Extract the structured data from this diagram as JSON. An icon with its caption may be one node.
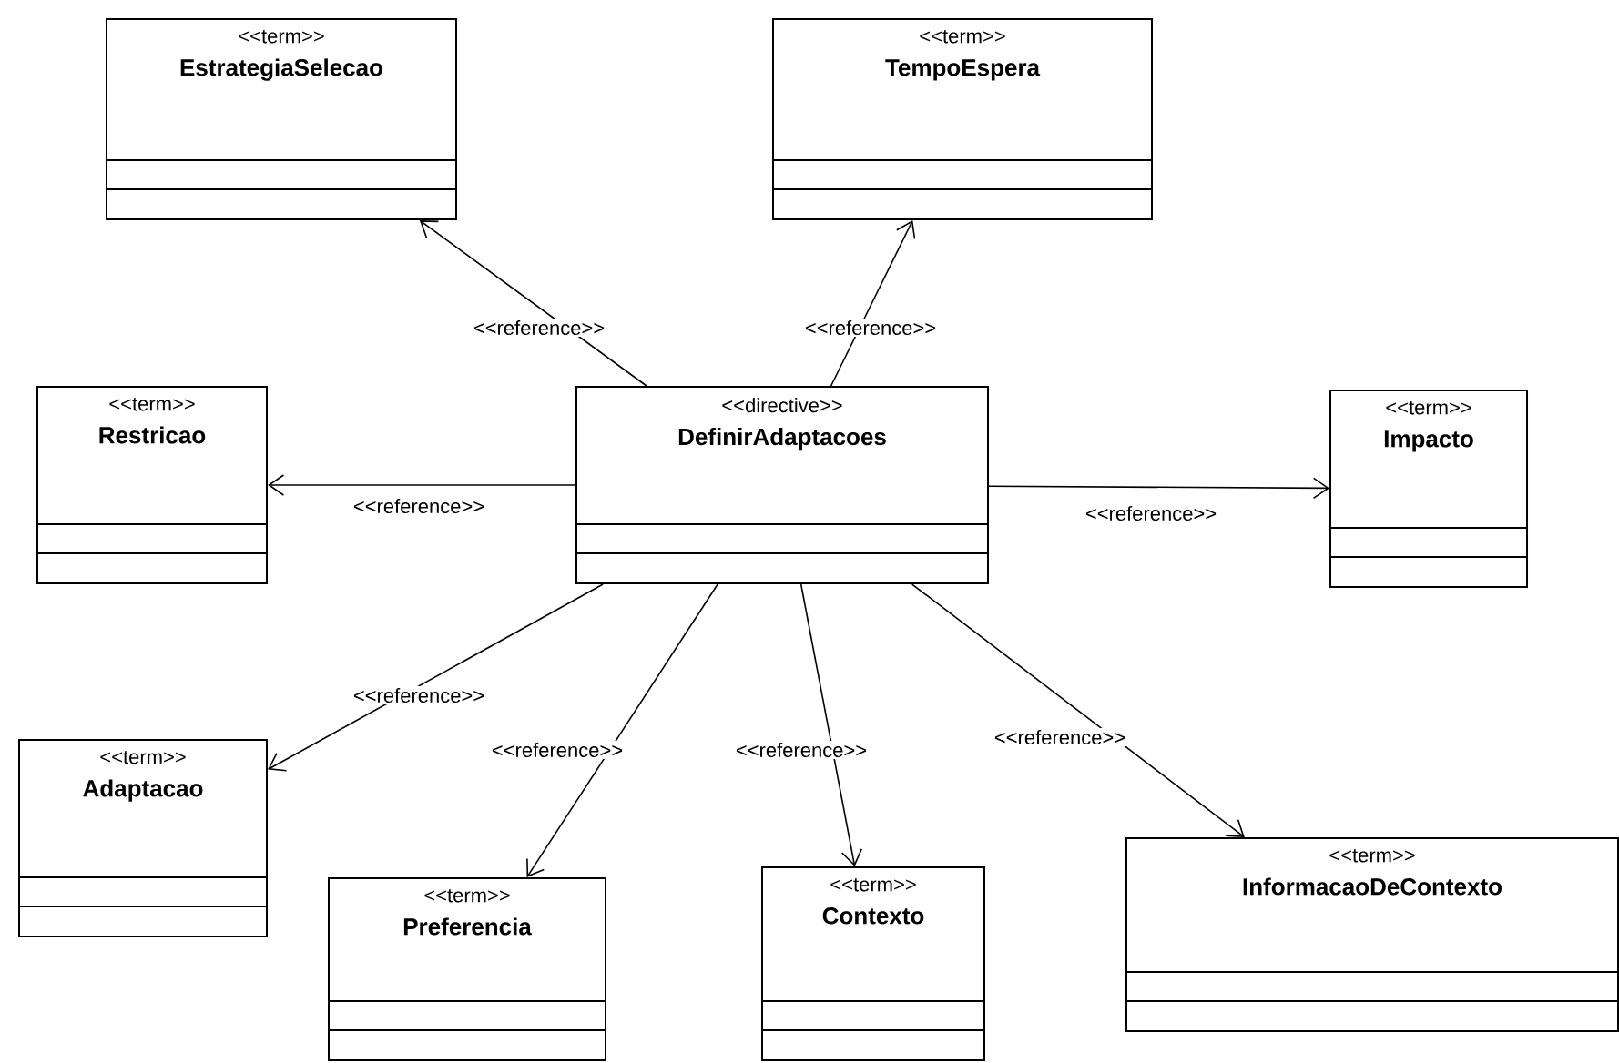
{
  "diagram": {
    "nodes": [
      {
        "text": [
          "<<term>>",
          "EstrategiaSelecao"
        ]
      },
      {
        "text": [
          "<<term>>",
          "TempoEspera"
        ]
      },
      {
        "text": [
          "<<term>>",
          "Restricao"
        ]
      },
      {
        "text": [
          "<<directive>>",
          "DefinirAdaptacoes"
        ]
      },
      {
        "text": [
          "<<term>>",
          "Impacto"
        ]
      },
      {
        "text": [
          "<<term>>",
          "Adaptacao"
        ]
      },
      {
        "text": [
          "<<term>>",
          "Preferencia"
        ]
      },
      {
        "text": [
          "<<term>>",
          "Contexto"
        ]
      },
      {
        "text": [
          "<<term>>",
          "InformacaoDeContexto"
        ]
      }
    ],
    "edges": [
      {
        "from": 3,
        "to": 0,
        "arrow": "to",
        "label": "<<reference>>"
      },
      {
        "from": 3,
        "to": 1,
        "arrow": "to",
        "label": "<<reference>>"
      },
      {
        "from": 3,
        "to": 2,
        "arrow": "to",
        "label": "<<reference>>"
      },
      {
        "from": 3,
        "to": 4,
        "arrow": "to",
        "label": "<<reference>>"
      },
      {
        "from": 3,
        "to": 5,
        "arrow": "to",
        "label": "<<reference>>"
      },
      {
        "from": 3,
        "to": 6,
        "arrow": "to",
        "label": "<<reference>>"
      },
      {
        "from": 3,
        "to": 7,
        "arrow": "to",
        "label": "<<reference>>"
      },
      {
        "from": 3,
        "to": 8,
        "arrow": "to",
        "label": "<<reference>>"
      }
    ]
  }
}
